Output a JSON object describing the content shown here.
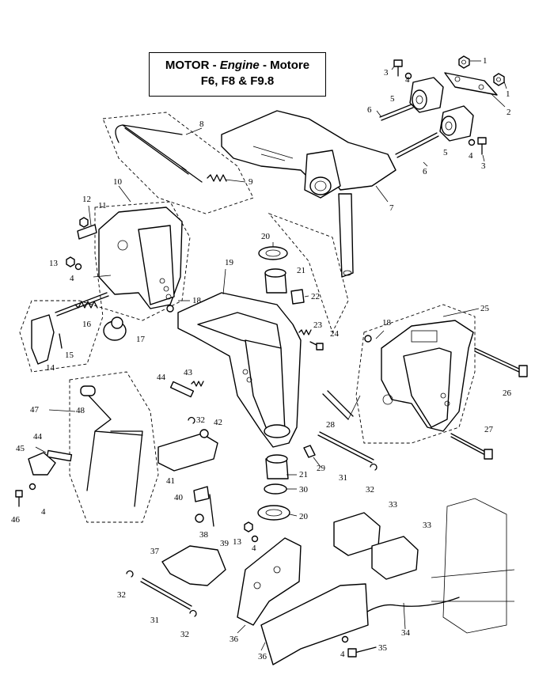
{
  "title": {
    "line1_prefix": "MOTOR - ",
    "line1_italic": "Engine",
    "line1_suffix": " - Motore",
    "line2": "F6, F8 & F9.8"
  },
  "callouts": [
    {
      "id": "c1a",
      "text": "1"
    },
    {
      "id": "c1b",
      "text": "1"
    },
    {
      "id": "c2",
      "text": "2"
    },
    {
      "id": "c3a",
      "text": "3"
    },
    {
      "id": "c3b",
      "text": "3"
    },
    {
      "id": "c4a",
      "text": "4"
    },
    {
      "id": "c4b",
      "text": "4"
    },
    {
      "id": "c4c",
      "text": "4"
    },
    {
      "id": "c4d",
      "text": "4"
    },
    {
      "id": "c4e",
      "text": "4"
    },
    {
      "id": "c4f",
      "text": "4"
    },
    {
      "id": "c5a",
      "text": "5"
    },
    {
      "id": "c5b",
      "text": "5"
    },
    {
      "id": "c6a",
      "text": "6"
    },
    {
      "id": "c6b",
      "text": "6"
    },
    {
      "id": "c7",
      "text": "7"
    },
    {
      "id": "c8",
      "text": "8"
    },
    {
      "id": "c9",
      "text": "9"
    },
    {
      "id": "c10",
      "text": "10"
    },
    {
      "id": "c11",
      "text": "11"
    },
    {
      "id": "c12",
      "text": "12"
    },
    {
      "id": "c13a",
      "text": "13"
    },
    {
      "id": "c13b",
      "text": "13"
    },
    {
      "id": "c14",
      "text": "14"
    },
    {
      "id": "c15",
      "text": "15"
    },
    {
      "id": "c16",
      "text": "16"
    },
    {
      "id": "c17",
      "text": "17"
    },
    {
      "id": "c18a",
      "text": "18"
    },
    {
      "id": "c18b",
      "text": "18"
    },
    {
      "id": "c19",
      "text": "19"
    },
    {
      "id": "c20a",
      "text": "20"
    },
    {
      "id": "c20b",
      "text": "20"
    },
    {
      "id": "c21a",
      "text": "21"
    },
    {
      "id": "c21b",
      "text": "21"
    },
    {
      "id": "c22",
      "text": "22"
    },
    {
      "id": "c23",
      "text": "23"
    },
    {
      "id": "c24",
      "text": "24"
    },
    {
      "id": "c25",
      "text": "25"
    },
    {
      "id": "c26",
      "text": "26"
    },
    {
      "id": "c27",
      "text": "27"
    },
    {
      "id": "c28",
      "text": "28"
    },
    {
      "id": "c29",
      "text": "29"
    },
    {
      "id": "c30",
      "text": "30"
    },
    {
      "id": "c31a",
      "text": "31"
    },
    {
      "id": "c31b",
      "text": "31"
    },
    {
      "id": "c32a",
      "text": "32"
    },
    {
      "id": "c32b",
      "text": "32"
    },
    {
      "id": "c32c",
      "text": "32"
    },
    {
      "id": "c32d",
      "text": "32"
    },
    {
      "id": "c33a",
      "text": "33"
    },
    {
      "id": "c33b",
      "text": "33"
    },
    {
      "id": "c34",
      "text": "34"
    },
    {
      "id": "c35",
      "text": "35"
    },
    {
      "id": "c36a",
      "text": "36"
    },
    {
      "id": "c36b",
      "text": "36"
    },
    {
      "id": "c37",
      "text": "37"
    },
    {
      "id": "c38",
      "text": "38"
    },
    {
      "id": "c39",
      "text": "39"
    },
    {
      "id": "c40",
      "text": "40"
    },
    {
      "id": "c41",
      "text": "41"
    },
    {
      "id": "c42",
      "text": "42"
    },
    {
      "id": "c43",
      "text": "43"
    },
    {
      "id": "c44a",
      "text": "44"
    },
    {
      "id": "c44b",
      "text": "44"
    },
    {
      "id": "c45",
      "text": "45"
    },
    {
      "id": "c46",
      "text": "46"
    },
    {
      "id": "c47",
      "text": "47"
    },
    {
      "id": "c48",
      "text": "48"
    }
  ]
}
